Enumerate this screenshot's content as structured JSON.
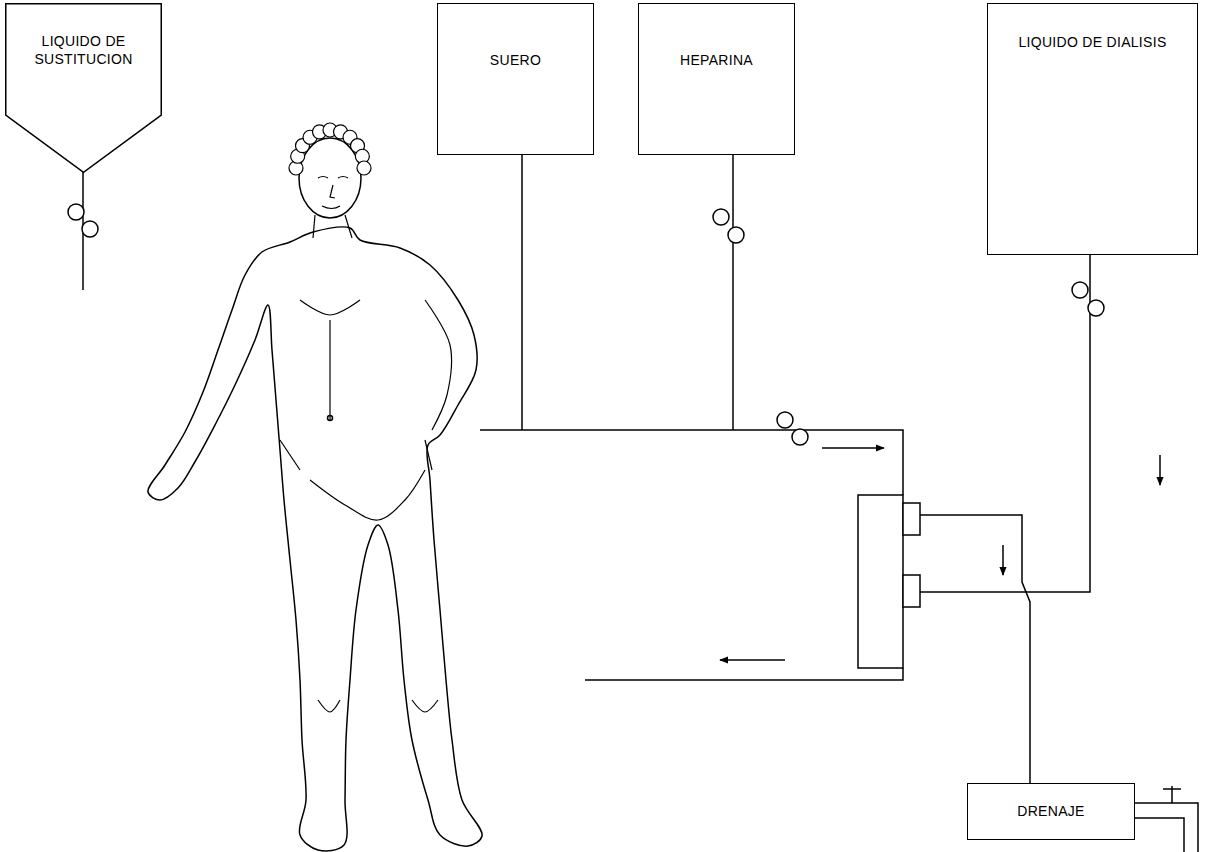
{
  "diagram": {
    "nodes": [
      {
        "text": [
          "LIQUIDO DE SUSTITUCION"
        ]
      },
      {
        "text": [
          "SUERO"
        ]
      },
      {
        "text": [
          "HEPARINA"
        ]
      },
      {
        "text": [
          "LIQUIDO DE DIALISIS"
        ]
      },
      {
        "text": [
          "DRENAJE"
        ]
      }
    ]
  }
}
